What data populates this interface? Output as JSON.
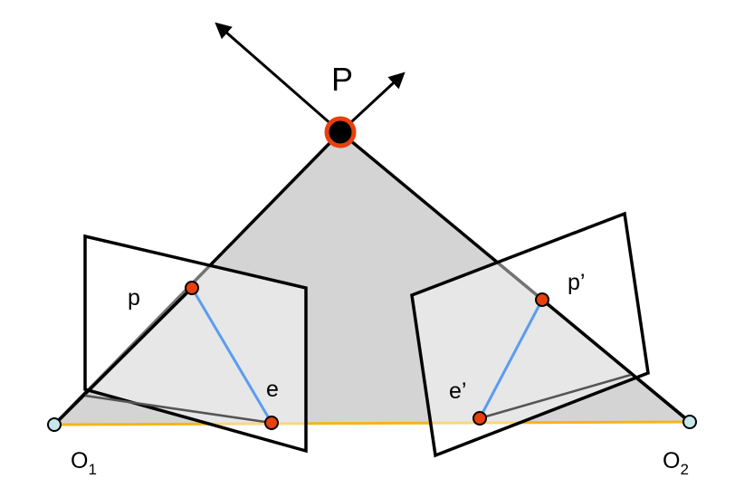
{
  "labels": {
    "point_P": "P",
    "point_p": "p",
    "point_p_prime": "p’",
    "point_e": "e",
    "point_e_prime": "e’",
    "origin1_main": "O",
    "origin1_sub": "1",
    "origin2_main": "O",
    "origin2_sub": "2"
  },
  "colors": {
    "epipolar_plane": "#d4d4d4",
    "baseline": "#f5b518",
    "epipolar_line": "#5b9cf0",
    "point_fill": "#e8400c",
    "origin_fill": "#c8e6ec",
    "stroke": "#000000"
  }
}
